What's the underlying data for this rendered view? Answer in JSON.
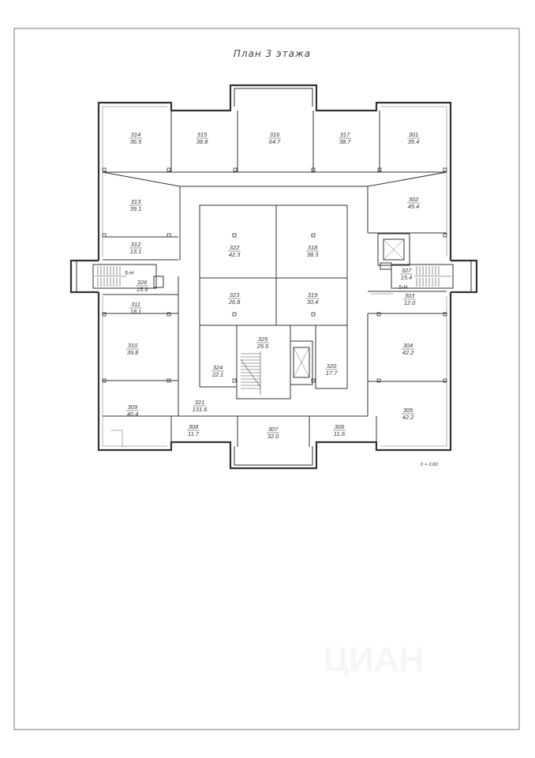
{
  "plan": {
    "title": "План 3 этажа",
    "height_note": "h = 3.60",
    "watermark": "ЦИАН"
  },
  "rooms": [
    {
      "id": "r314",
      "number": "314",
      "area": "36.5"
    },
    {
      "id": "r315",
      "number": "315",
      "area": "38.8"
    },
    {
      "id": "r316",
      "number": "316",
      "area": "64.7"
    },
    {
      "id": "r317",
      "number": "317",
      "area": "38.7"
    },
    {
      "id": "r301",
      "number": "301",
      "area": "35.4"
    },
    {
      "id": "r313",
      "number": "313",
      "area": "39.1"
    },
    {
      "id": "r302",
      "number": "302",
      "area": "45.4"
    },
    {
      "id": "r312",
      "number": "312",
      "area": "13.1"
    },
    {
      "id": "r322",
      "number": "322",
      "area": "42.3"
    },
    {
      "id": "r318",
      "number": "318",
      "area": "38.3"
    },
    {
      "id": "r326",
      "number": "326",
      "area": "15.9"
    },
    {
      "id": "r327",
      "number": "327",
      "area": "15.4"
    },
    {
      "id": "r323",
      "number": "323",
      "area": "26.8"
    },
    {
      "id": "r319",
      "number": "319",
      "area": "30.4"
    },
    {
      "id": "r311",
      "number": "311",
      "area": "18.1"
    },
    {
      "id": "r303",
      "number": "303",
      "area": "12.0"
    },
    {
      "id": "r310",
      "number": "310",
      "area": "39.8"
    },
    {
      "id": "r325",
      "number": "325",
      "area": "25.5"
    },
    {
      "id": "r304",
      "number": "304",
      "area": "42.2"
    },
    {
      "id": "r324",
      "number": "324",
      "area": "22.1"
    },
    {
      "id": "r320",
      "number": "320",
      "area": "17.7"
    },
    {
      "id": "r309",
      "number": "309",
      "area": "40.4"
    },
    {
      "id": "r321",
      "number": "321",
      "area": "131.6"
    },
    {
      "id": "r305",
      "number": "305",
      "area": "42.2"
    },
    {
      "id": "r308",
      "number": "308",
      "area": "11.7"
    },
    {
      "id": "r307",
      "number": "307",
      "area": "32.0"
    },
    {
      "id": "r306",
      "number": "306",
      "area": "11.6"
    }
  ],
  "stair_labels": {
    "left": "5-H",
    "right": "5-H"
  }
}
